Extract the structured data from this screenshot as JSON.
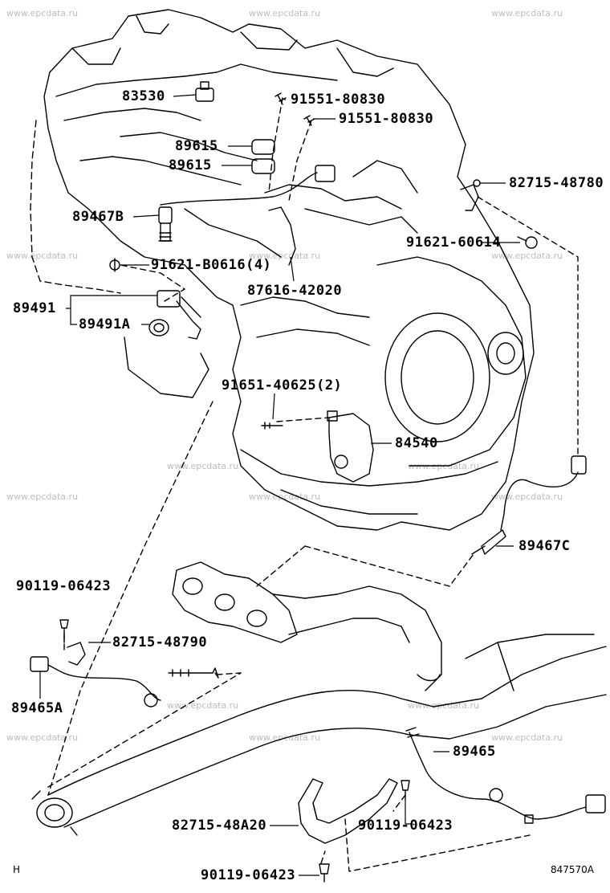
{
  "watermark": "www.epcdata.ru",
  "parts": {
    "p83530": "83530",
    "p91551_a": "91551-80830",
    "p91551_b": "91551-80830",
    "p89615_a": "89615",
    "p89615_b": "89615",
    "p82715_48780": "82715-48780",
    "p89467B": "89467B",
    "p91621_60614": "91621-60614",
    "p91621_B0616": "91621-B0616(4)",
    "p87616": "87616-42020",
    "p89491": "89491",
    "p89491A": "89491A",
    "p91651": "91651-40625(2)",
    "p84540": "84540",
    "p89467C": "89467C",
    "p90119_a": "90119-06423",
    "p82715_48790": "82715-48790",
    "p89465A": "89465A",
    "p89465": "89465",
    "p82715_48A20": "82715-48A20",
    "p90119_b": "90119-06423",
    "p90119_c": "90119-06423"
  },
  "footer": {
    "left_mark": "H",
    "drawing_number": "847570A"
  }
}
